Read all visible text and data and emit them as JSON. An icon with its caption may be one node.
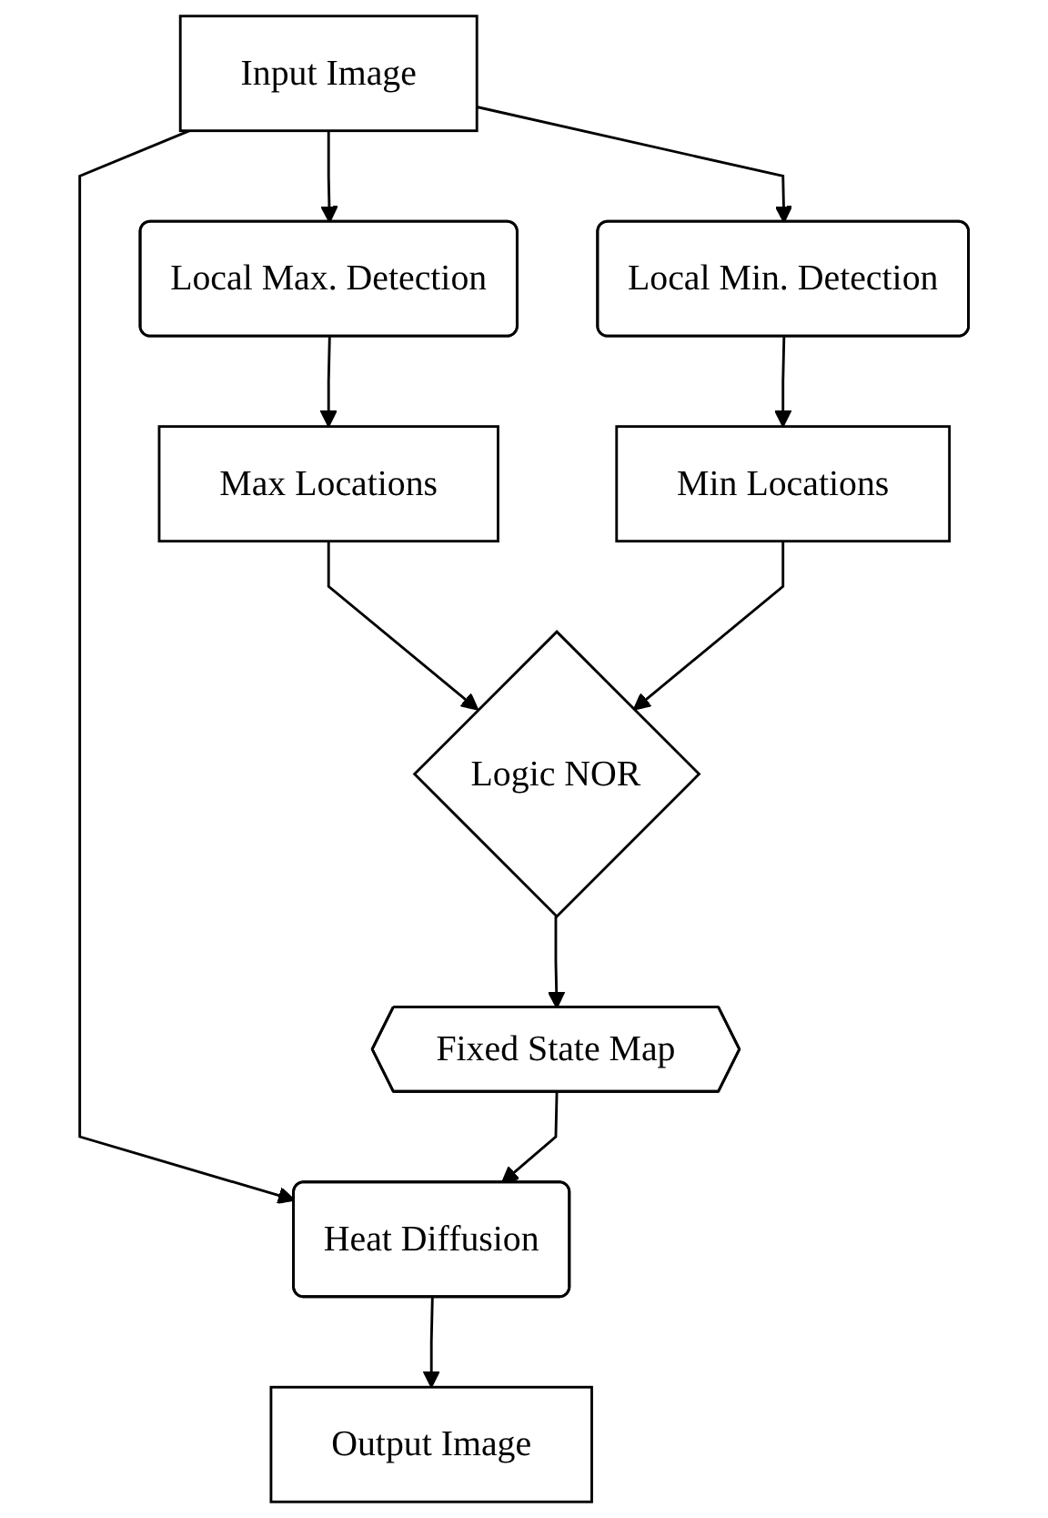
{
  "diagram": {
    "nodes": [
      {
        "text": [
          "Input Image"
        ]
      },
      {
        "text": [
          "Local Max. Detection"
        ]
      },
      {
        "text": [
          "Local Min. Detection"
        ]
      },
      {
        "text": [
          "Max Locations"
        ]
      },
      {
        "text": [
          "Min Locations"
        ]
      },
      {
        "text": [
          "Logic NOR"
        ]
      },
      {
        "text": [
          "Fixed State Map"
        ]
      },
      {
        "text": [
          "Heat Diffusion"
        ]
      },
      {
        "text": [
          "Output Image"
        ]
      }
    ],
    "edges": [
      {
        "from": 0,
        "to": 1,
        "arrow": "to"
      },
      {
        "from": 0,
        "to": 2,
        "arrow": "to"
      },
      {
        "from": 0,
        "to": 7,
        "arrow": "to"
      },
      {
        "from": 1,
        "to": 3,
        "arrow": "to"
      },
      {
        "from": 2,
        "to": 4,
        "arrow": "to"
      },
      {
        "from": 3,
        "to": 5,
        "arrow": "to"
      },
      {
        "from": 4,
        "to": 5,
        "arrow": "to"
      },
      {
        "from": 5,
        "to": 6,
        "arrow": "to"
      },
      {
        "from": 6,
        "to": 7,
        "arrow": "to"
      },
      {
        "from": 7,
        "to": 8,
        "arrow": "to"
      }
    ]
  }
}
